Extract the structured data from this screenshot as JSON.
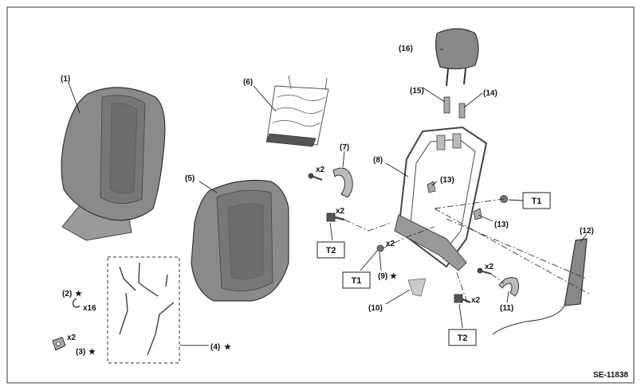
{
  "diagram_code": "SE-11838",
  "labels": {
    "p1": "(1)",
    "p2": "(2)",
    "p3": "(3)",
    "p4": "(4)",
    "p5": "(5)",
    "p6": "(6)",
    "p7": "(7)",
    "p8": "(8)",
    "p9": "(9)",
    "p10": "(10)",
    "p11": "(11)",
    "p12": "(12)",
    "p13a": "(13)",
    "p13b": "(13)",
    "p14": "(14)",
    "p15": "(15)",
    "p16": "(16)"
  },
  "star": "★",
  "quantities": {
    "q2": "x16",
    "q3": "x2",
    "q7": "x2",
    "qT2a": "x2",
    "q9": "x2",
    "q11": "x2",
    "qT2b": "x2"
  },
  "torques": {
    "t1a": "T1",
    "t2a": "T2",
    "t1b": "T1",
    "t2b": "T2"
  }
}
